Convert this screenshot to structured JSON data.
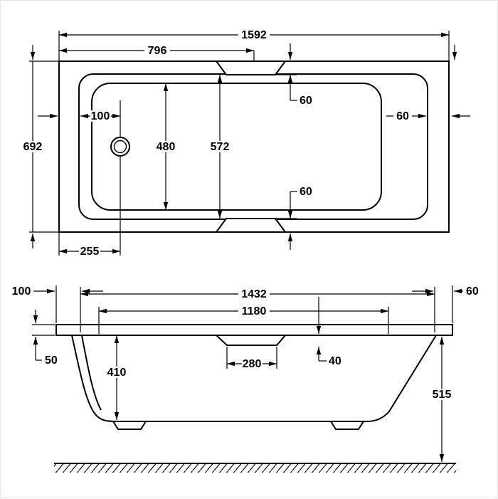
{
  "drawing": {
    "plan": {
      "overall_length": "1592",
      "half_length": "796",
      "overall_width": "692",
      "drain_offset": "100",
      "interior_width": "480",
      "grip_span": "572",
      "grip_inset_top": "60",
      "edge_gap_right": "60",
      "grip_inset_bottom": "60",
      "drain_from_end": "255"
    },
    "side": {
      "overhang_left": "100",
      "shell_length": "1432",
      "overhang_right": "60",
      "interior_length": "1180",
      "rim_height": "50",
      "interior_depth": "410",
      "grip_width": "280",
      "grip_depth": "40",
      "overall_height": "515"
    }
  }
}
